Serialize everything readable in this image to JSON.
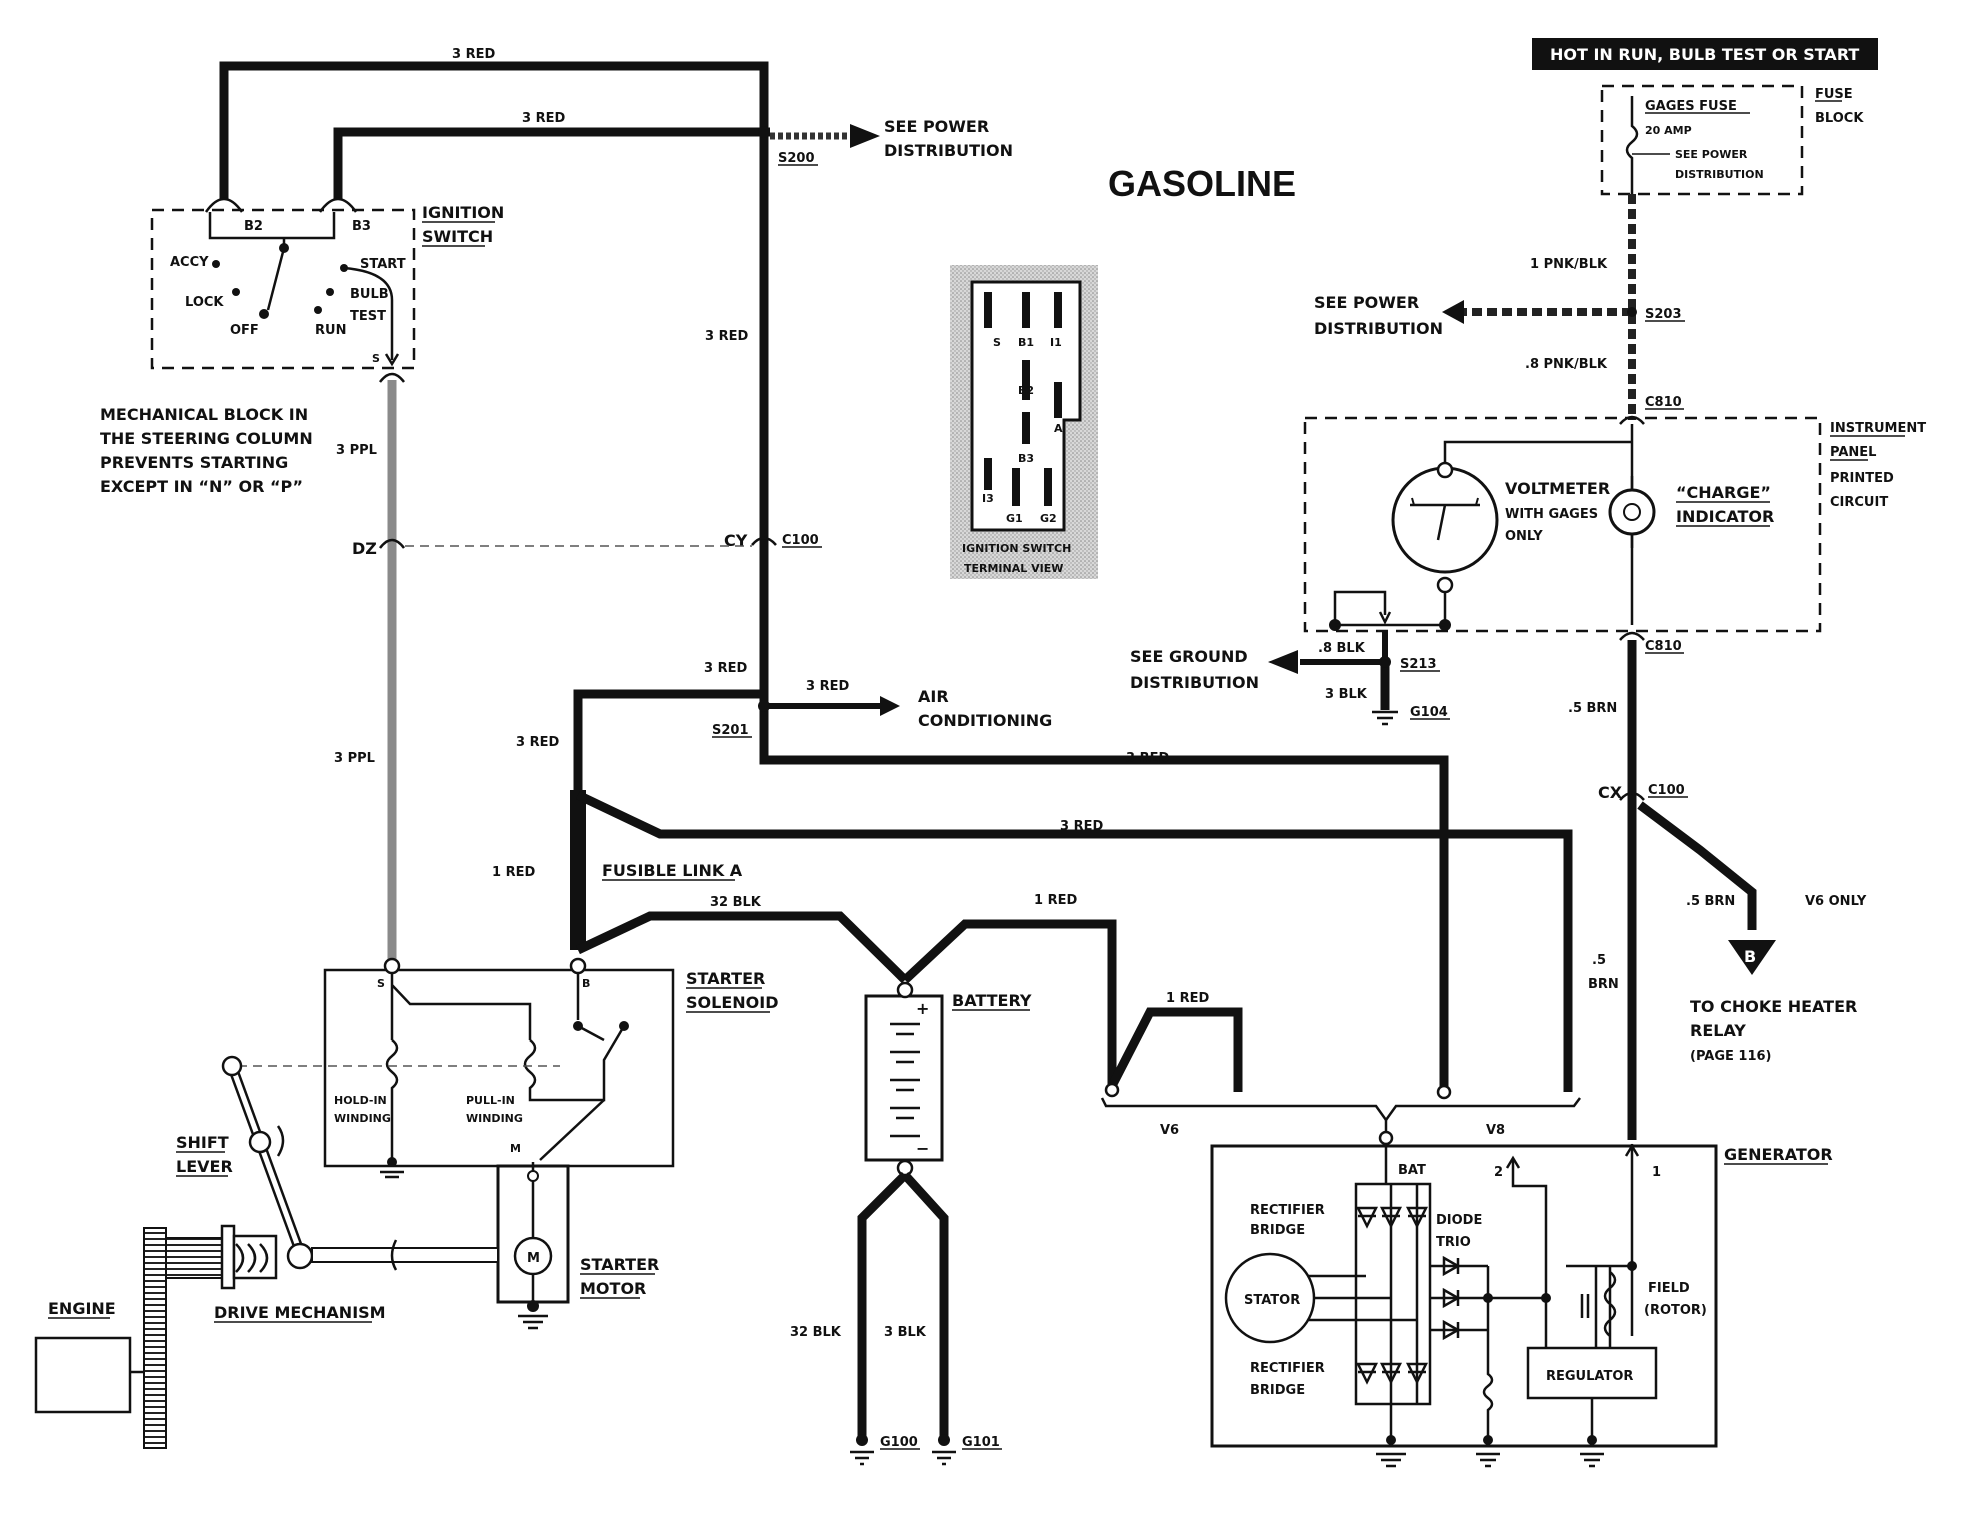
{
  "title": "GASOLINE",
  "header_box": "HOT IN RUN,  BULB TEST OR START",
  "fuse_block": {
    "fuse_label": "GAGES FUSE",
    "fuse_rating": "20 AMP",
    "see_power_line1": "SEE POWER",
    "see_power_line2": "DISTRIBUTION",
    "block_label_line1": "FUSE",
    "block_label_line2": "BLOCK"
  },
  "ignition_switch": {
    "label_line1": "IGNITION",
    "label_line2": "SWITCH",
    "positions": [
      "ACCY",
      "LOCK",
      "OFF",
      "RUN",
      "START",
      "BULB",
      "TEST"
    ],
    "terminals": [
      "B2",
      "B3",
      "S"
    ]
  },
  "terminal_view": {
    "pins": [
      "S",
      "B1",
      "I1",
      "B2",
      "A",
      "B3",
      "I3",
      "G1",
      "G2"
    ],
    "caption_line1": "IGNITION SWITCH",
    "caption_line2": "TERMINAL VIEW"
  },
  "mechanical_note": [
    "MECHANICAL BLOCK IN",
    "THE STEERING COLUMN",
    "PREVENTS STARTING",
    "EXCEPT IN “N” OR “P”"
  ],
  "wires": {
    "red3_top": "3 RED",
    "red3_b3": "3 RED",
    "red3_vertical": "3 RED",
    "red3_s201_a": "3 RED",
    "red3_s201_b": "3 RED",
    "red3_solenoid": "3 RED",
    "red3_v8_a": "3 RED",
    "red3_v8_b": "3 RED",
    "red1_fusible": "1 RED",
    "blk32_top": "32 BLK",
    "red1_battery": "1 RED",
    "red1_v6": "1 RED",
    "ppl3_top": "3 PPL",
    "ppl3_bottom": "3 PPL",
    "pnk1": "1 PNK/BLK",
    "pnk08": ".8 PNK/BLK",
    "blk08": ".8 BLK",
    "blk3_ground": "3 BLK",
    "brn05_a": ".5 BRN",
    "brn05_b": ".5 BRN",
    "brn05_c_line1": ".5",
    "brn05_c_line2": "BRN",
    "blk32_bottom": "32 BLK",
    "blk3_bottom": "3 BLK"
  },
  "connectors": {
    "s200": "S200",
    "s201": "S201",
    "s203": "S203",
    "s213": "S213",
    "c100_left": "C100",
    "c100_right": "C100",
    "c810_top": "C810",
    "c810_bottom": "C810",
    "dz": "DZ",
    "cy": "CY",
    "cx": "CX",
    "g100": "G100",
    "g101": "G101",
    "g104": "G104"
  },
  "see_power_s200_line1": "SEE POWER",
  "see_power_s200_line2": "DISTRIBUTION",
  "see_power_s203_line1": "SEE POWER",
  "see_power_s203_line2": "DISTRIBUTION",
  "see_ground_line1": "SEE GROUND",
  "see_ground_line2": "DISTRIBUTION",
  "air_conditioning_line1": "AIR",
  "air_conditioning_line2": "CONDITIONING",
  "instrument_panel": {
    "label_line1": "INSTRUMENT",
    "label_line2": "PANEL",
    "label_line3": "PRINTED",
    "label_line4": "CIRCUIT",
    "voltmeter": "VOLTMETER",
    "voltmeter_note_line1": "WITH GAGES",
    "voltmeter_note_line2": "ONLY",
    "charge_line1": "“CHARGE”",
    "charge_line2": "INDICATOR"
  },
  "fusible_link": "FUSIBLE LINK A",
  "starter_solenoid": {
    "label_line1": "STARTER",
    "label_line2": "SOLENOID",
    "hold_line1": "HOLD-IN",
    "hold_line2": "WINDING",
    "pull_line1": "PULL-IN",
    "pull_line2": "WINDING",
    "term_s": "S",
    "term_b": "B",
    "term_m": "M"
  },
  "starter_motor_line1": "STARTER",
  "starter_motor_line2": "MOTOR",
  "motor_symbol": "M",
  "shift_lever_line1": "SHIFT",
  "shift_lever_line2": "LEVER",
  "drive_mechanism": "DRIVE MECHANISM",
  "engine": "ENGINE",
  "battery": "BATTERY",
  "battery_plus": "+",
  "battery_minus": "−",
  "v6": "V6",
  "v8": "V8",
  "v6_only": "V6 ONLY",
  "choke_marker": "B",
  "choke_line1": "TO  CHOKE HEATER",
  "choke_line2": "RELAY",
  "choke_line3": "(PAGE 116)",
  "generator": {
    "label": "GENERATOR",
    "bat": "BAT",
    "term2": "2",
    "term1": "1",
    "rectifier_top_line1": "RECTIFIER",
    "rectifier_top_line2": "BRIDGE",
    "rectifier_bottom_line1": "RECTIFIER",
    "rectifier_bottom_line2": "BRIDGE",
    "diode_line1": "DIODE",
    "diode_line2": "TRIO",
    "stator": "STATOR",
    "field_line1": "FIELD",
    "field_line2": "(ROTOR)",
    "regulator": "REGULATOR"
  }
}
